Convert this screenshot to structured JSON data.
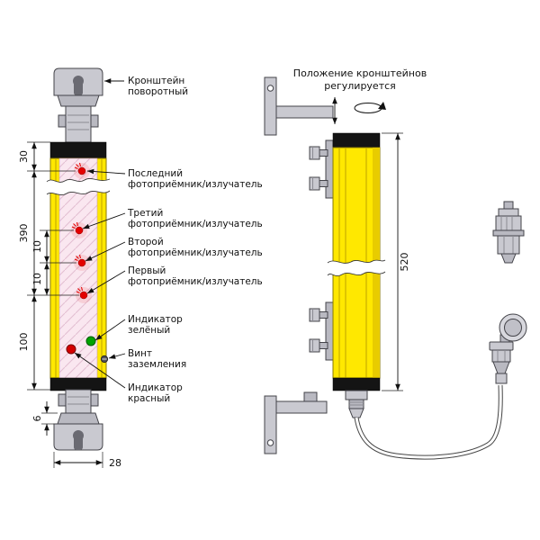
{
  "figure": {
    "type": "technical-diagram",
    "left": {
      "bracket": {
        "line1": "Кронштейн",
        "line2": "поворотный"
      },
      "receivers": [
        {
          "line1": "Последний",
          "line2": "фотоприёмник/излучатель"
        },
        {
          "line1": "Третий",
          "line2": "фотоприёмник/излучатель"
        },
        {
          "line1": "Второй",
          "line2": "фотоприёмник/излучатель"
        },
        {
          "line1": "Первый",
          "line2": "фотоприёмник/излучатель"
        }
      ],
      "green": {
        "line1": "Индикатор",
        "line2": "зелёный"
      },
      "screw": {
        "line1": "Винт",
        "line2": "заземления"
      },
      "red": {
        "line1": "Индикатор",
        "line2": "красный"
      },
      "dims": {
        "d30": "30",
        "d390": "390",
        "d10a": "10",
        "d10b": "10",
        "d100": "100",
        "d6": "6",
        "d28": "28"
      }
    },
    "right": {
      "caption": {
        "line1": "Положение кронштейнов",
        "line2": "регулируется"
      },
      "dims": {
        "d520": "520"
      }
    },
    "colors": {
      "body_yellow": "#FFE800",
      "window_pink": "#FAE7F0",
      "emitter_red": "#E30000",
      "indicator_green": "#00A300",
      "metal_gray": "#C9C9D0",
      "cap_black": "#141414"
    }
  }
}
